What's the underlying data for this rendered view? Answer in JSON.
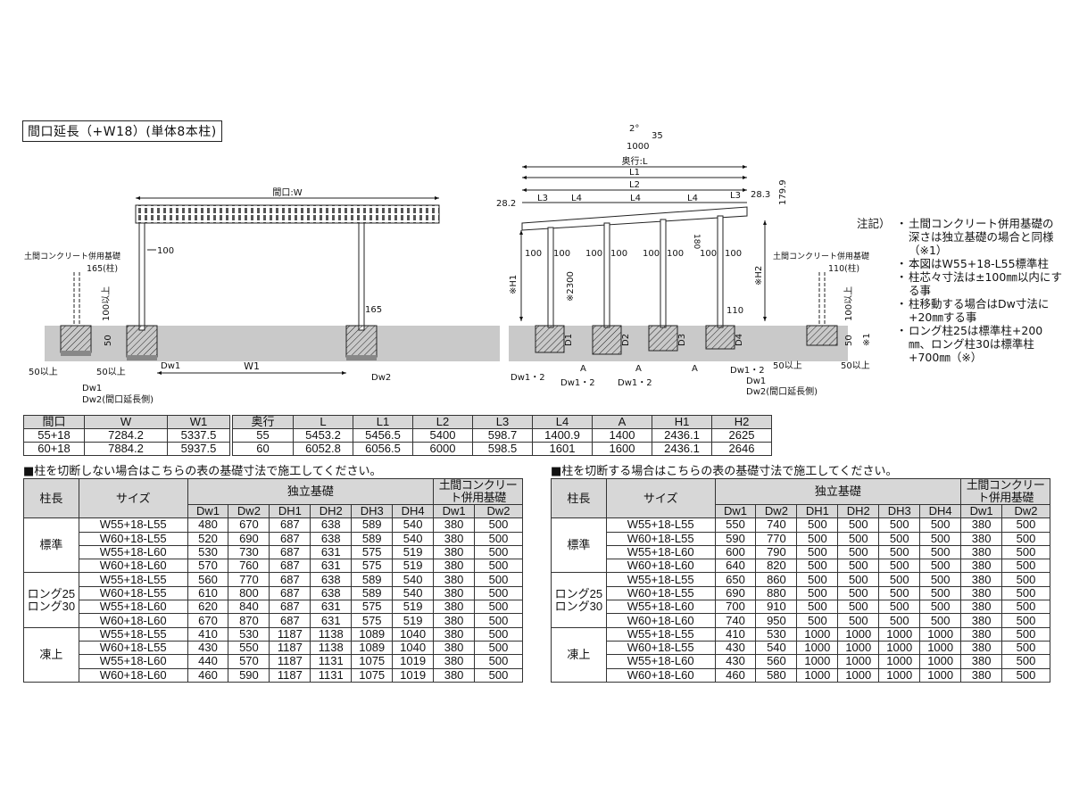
{
  "title": "間口延長（+W18）(単体8本柱)",
  "front": {
    "width_label": "間口:W",
    "found_label": "土間コンクリート併用基礎",
    "d165": "165(柱)",
    "d100": "100以上",
    "d50": "50",
    "d100b": "100",
    "d165b": "165",
    "w1": "W1",
    "dw1": "Dw1",
    "dw2": "Dw2",
    "s50": "50以上",
    "s50b": "50以上",
    "dw1b": "Dw1",
    "dw2b": "Dw2(間口延長側)"
  },
  "side": {
    "angle": "2°",
    "a35": "35",
    "a1000": "1000",
    "depth": "奥行:L",
    "l1": "L1",
    "l2": "L2",
    "l3a": "L3",
    "l3b": "L3",
    "l4a": "L4",
    "l4b": "L4",
    "l4c": "L4",
    "d28a": "28.2",
    "d28b": "28.3",
    "d179": "179.9",
    "d180": "180",
    "h1": "※H1",
    "h2": "※H2",
    "h2300": "※2300",
    "d100_labels": [
      "100",
      "100",
      "100",
      "100",
      "100",
      "100",
      "100",
      "100"
    ],
    "d110": "110",
    "dd1": "D1",
    "dd2": "D2",
    "dd3": "D3",
    "dd4": "D4",
    "a_labels": [
      "A",
      "A",
      "A"
    ],
    "dw12_labels": [
      "Dw1・2",
      "Dw1・2",
      "Dw1・2",
      "Dw1・2"
    ],
    "found_label": "土間コンクリート併用基礎",
    "d110col": "110(柱)",
    "d100": "100以上",
    "d50": "50",
    "note1": "※1",
    "s50a": "50以上",
    "s50b": "50以上",
    "dw1": "Dw1",
    "dw2": "Dw2(間口延長側)"
  },
  "notes": {
    "head": "注記）",
    "items": [
      "土間コンクリート併用基礎の深さは独立基礎の場合と同様（※1）",
      "本図はW55+18-L55標準柱",
      "柱芯々寸法は±100㎜以内にする事",
      "柱移動する場合はDw寸法に+20㎜する事",
      "ロング柱25は標準柱+200㎜、ロング柱30は標準柱+700㎜（※）"
    ]
  },
  "table_w": {
    "headers": [
      "間口",
      "W",
      "W1"
    ],
    "rows": [
      [
        "55+18",
        "7284.2",
        "5337.5"
      ],
      [
        "60+18",
        "7884.2",
        "5937.5"
      ]
    ]
  },
  "table_l": {
    "headers": [
      "奥行",
      "L",
      "L1",
      "L2",
      "L3",
      "L4",
      "A",
      "H1",
      "H2"
    ],
    "rows": [
      [
        "55",
        "5453.2",
        "5456.5",
        "5400",
        "598.7",
        "1400.9",
        "1400",
        "2436.1",
        "2625"
      ],
      [
        "60",
        "6052.8",
        "6056.5",
        "6000",
        "598.5",
        "1601",
        "1600",
        "2436.1",
        "2646"
      ]
    ]
  },
  "table_left": {
    "caption": "■柱を切断しない場合はこちらの表の基礎寸法で施工してください。",
    "h_post": "柱長",
    "h_size": "サイズ",
    "h_indep": "独立基礎",
    "h_doma": "土間コンクリート併用基礎",
    "sub": [
      "Dw1",
      "Dw2",
      "DH1",
      "DH2",
      "DH3",
      "DH4",
      "Dw1",
      "Dw2"
    ],
    "groups": [
      {
        "label": "標準",
        "rows": [
          [
            "W55+18-L55",
            "480",
            "670",
            "687",
            "638",
            "589",
            "540",
            "380",
            "500"
          ],
          [
            "W60+18-L55",
            "520",
            "690",
            "687",
            "638",
            "589",
            "540",
            "380",
            "500"
          ],
          [
            "W55+18-L60",
            "530",
            "730",
            "687",
            "631",
            "575",
            "519",
            "380",
            "500"
          ],
          [
            "W60+18-L60",
            "570",
            "760",
            "687",
            "631",
            "575",
            "519",
            "380",
            "500"
          ]
        ]
      },
      {
        "label": "ロング25\nロング30",
        "rows": [
          [
            "W55+18-L55",
            "560",
            "770",
            "687",
            "638",
            "589",
            "540",
            "380",
            "500"
          ],
          [
            "W60+18-L55",
            "610",
            "800",
            "687",
            "638",
            "589",
            "540",
            "380",
            "500"
          ],
          [
            "W55+18-L60",
            "620",
            "840",
            "687",
            "631",
            "575",
            "519",
            "380",
            "500"
          ],
          [
            "W60+18-L60",
            "670",
            "870",
            "687",
            "631",
            "575",
            "519",
            "380",
            "500"
          ]
        ]
      },
      {
        "label": "凍上",
        "rows": [
          [
            "W55+18-L55",
            "410",
            "530",
            "1187",
            "1138",
            "1089",
            "1040",
            "380",
            "500"
          ],
          [
            "W60+18-L55",
            "430",
            "550",
            "1187",
            "1138",
            "1089",
            "1040",
            "380",
            "500"
          ],
          [
            "W55+18-L60",
            "440",
            "570",
            "1187",
            "1131",
            "1075",
            "1019",
            "380",
            "500"
          ],
          [
            "W60+18-L60",
            "460",
            "590",
            "1187",
            "1131",
            "1075",
            "1019",
            "380",
            "500"
          ]
        ]
      }
    ]
  },
  "table_right": {
    "caption": "■柱を切断する場合はこちらの表の基礎寸法で施工してください。",
    "h_post": "柱長",
    "h_size": "サイズ",
    "h_indep": "独立基礎",
    "h_doma": "土間コンクリート併用基礎",
    "sub": [
      "Dw1",
      "Dw2",
      "DH1",
      "DH2",
      "DH3",
      "DH4",
      "Dw1",
      "Dw2"
    ],
    "groups": [
      {
        "label": "標準",
        "rows": [
          [
            "W55+18-L55",
            "550",
            "740",
            "500",
            "500",
            "500",
            "500",
            "380",
            "500"
          ],
          [
            "W60+18-L55",
            "590",
            "770",
            "500",
            "500",
            "500",
            "500",
            "380",
            "500"
          ],
          [
            "W55+18-L60",
            "600",
            "790",
            "500",
            "500",
            "500",
            "500",
            "380",
            "500"
          ],
          [
            "W60+18-L60",
            "640",
            "820",
            "500",
            "500",
            "500",
            "500",
            "380",
            "500"
          ]
        ]
      },
      {
        "label": "ロング25\nロング30",
        "rows": [
          [
            "W55+18-L55",
            "650",
            "860",
            "500",
            "500",
            "500",
            "500",
            "380",
            "500"
          ],
          [
            "W60+18-L55",
            "690",
            "880",
            "500",
            "500",
            "500",
            "500",
            "380",
            "500"
          ],
          [
            "W55+18-L60",
            "700",
            "910",
            "500",
            "500",
            "500",
            "500",
            "380",
            "500"
          ],
          [
            "W60+18-L60",
            "740",
            "950",
            "500",
            "500",
            "500",
            "500",
            "380",
            "500"
          ]
        ]
      },
      {
        "label": "凍上",
        "rows": [
          [
            "W55+18-L55",
            "410",
            "530",
            "1000",
            "1000",
            "1000",
            "1000",
            "380",
            "500"
          ],
          [
            "W60+18-L55",
            "430",
            "540",
            "1000",
            "1000",
            "1000",
            "1000",
            "380",
            "500"
          ],
          [
            "W55+18-L60",
            "430",
            "560",
            "1000",
            "1000",
            "1000",
            "1000",
            "380",
            "500"
          ],
          [
            "W60+18-L60",
            "460",
            "580",
            "1000",
            "1000",
            "1000",
            "1000",
            "380",
            "500"
          ]
        ]
      }
    ]
  }
}
